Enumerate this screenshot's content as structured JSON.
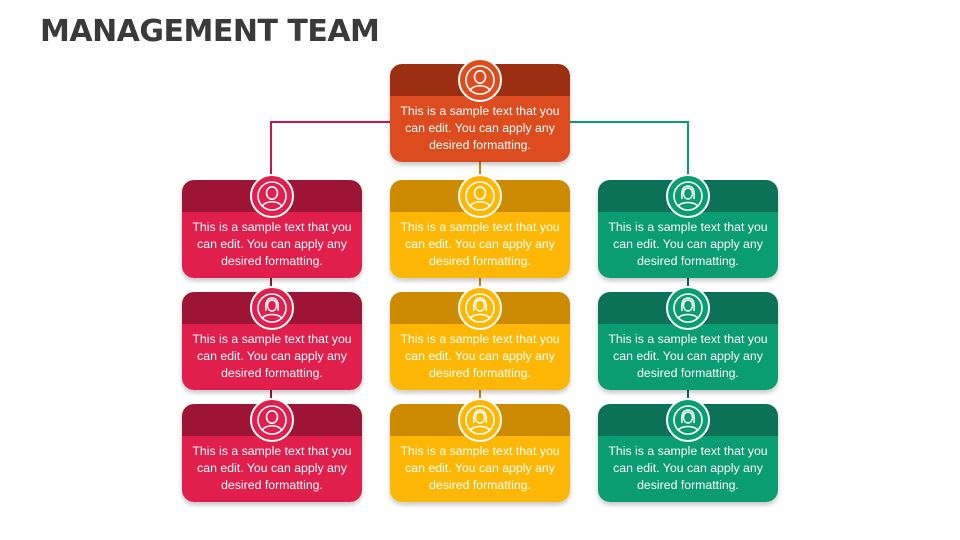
{
  "title": "MANAGEMENT TEAM",
  "colors": {
    "top_band": "#9c2e12",
    "top_body": "#dc4c1f",
    "red_band": "#9d1434",
    "red_body": "#e01f4d",
    "yellow_band": "#cc8b00",
    "yellow_body": "#fdb704",
    "green_band": "#0b7257",
    "green_body": "#0b9d72",
    "line_red": "#c8154a",
    "line_green": "#0b9d72"
  },
  "cards": {
    "top": {
      "text": "This is a sample text that you can edit. You can apply any desired formatting.",
      "avatar": "male-avatar-icon"
    },
    "red": [
      {
        "text": "This is a sample text that you can edit. You can apply any desired formatting.",
        "avatar": "male-avatar-icon"
      },
      {
        "text": "This is a sample text that you can edit. You can apply any desired formatting.",
        "avatar": "female-avatar-icon"
      },
      {
        "text": "This is a sample text that you can edit. You can apply any desired formatting.",
        "avatar": "male-avatar-icon"
      }
    ],
    "yellow": [
      {
        "text": "This is a sample text that you can edit. You can apply any desired formatting.",
        "avatar": "male-avatar-icon"
      },
      {
        "text": "This is a sample text that you can edit. You can apply any desired formatting.",
        "avatar": "female-avatar-icon"
      },
      {
        "text": "This is a sample text that you can edit. You can apply any desired formatting.",
        "avatar": "female-avatar-icon"
      }
    ],
    "green": [
      {
        "text": "This is a sample text that you can edit. You can apply any desired formatting.",
        "avatar": "female-avatar-icon"
      },
      {
        "text": "This is a sample text that you can edit. You can apply any desired formatting.",
        "avatar": "female-avatar-icon"
      },
      {
        "text": "This is a sample text that you can edit. You can apply any desired formatting.",
        "avatar": "female-avatar-icon"
      }
    ]
  }
}
